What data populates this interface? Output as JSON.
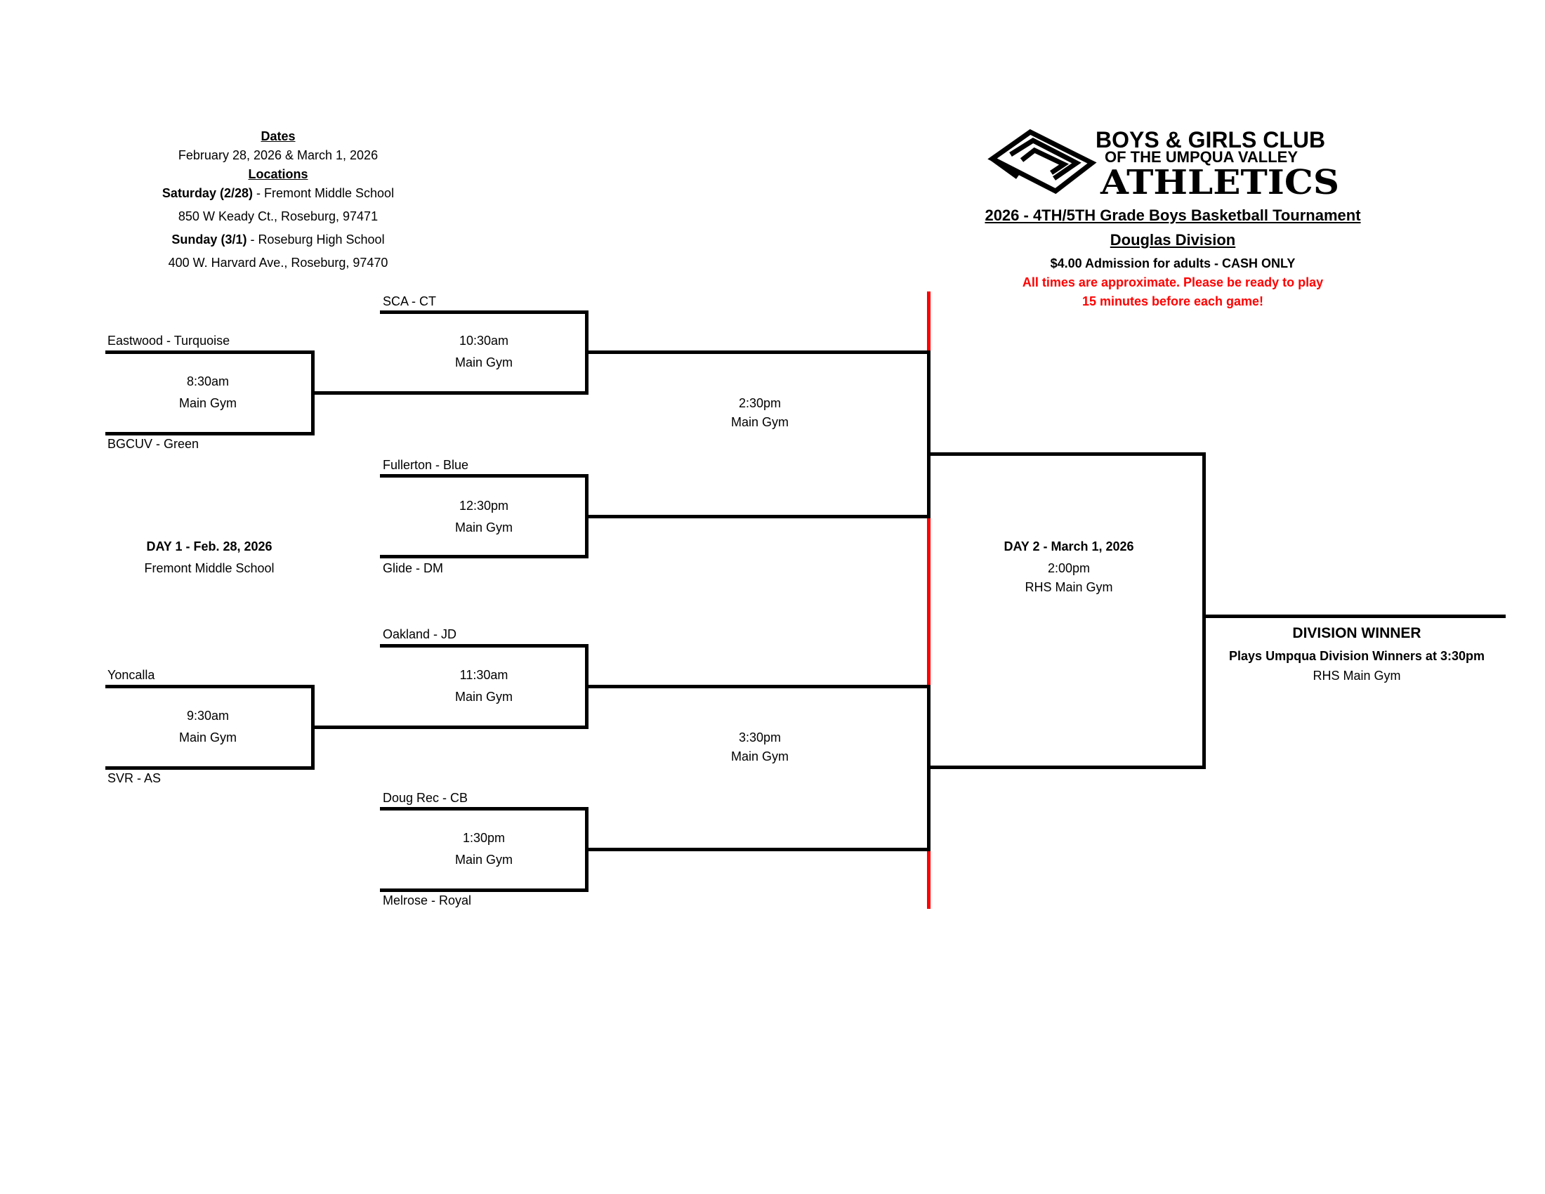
{
  "info": {
    "dates_heading": "Dates",
    "dates_value": "February 28, 2026 & March 1, 2026",
    "locations_heading": "Locations",
    "sat_label": "Saturday (2/28)",
    "sat_place": " - Fremont Middle School",
    "sat_address": "850 W Keady Ct., Roseburg, 97471",
    "sun_label": "Sunday (3/1)",
    "sun_place": " - Roseburg High School",
    "sun_address": "400 W. Harvard Ave., Roseburg, 97470"
  },
  "header": {
    "logo_line1": "BOYS & GIRLS CLUB",
    "logo_line2": "OF THE UMPQUA VALLEY",
    "logo_line3": "ATHLETICS",
    "title": "2026 - 4TH/5TH Grade Boys Basketball Tournament",
    "division": "Douglas Division",
    "admission": "$4.00 Admission for adults - CASH ONLY",
    "note_line1": "All times are approximate. Please be ready to play",
    "note_line2": "15 minutes before each game!"
  },
  "colors": {
    "accent": "#ff0000",
    "line": "#000000"
  },
  "round1": [
    {
      "top_team": "Eastwood - Turquoise",
      "bottom_team": "BGCUV - Green",
      "time": "8:30am",
      "venue": "Main Gym"
    },
    {
      "top_team": "Yoncalla",
      "bottom_team": "SVR - AS",
      "time": "9:30am",
      "venue": "Main Gym"
    }
  ],
  "round2": [
    {
      "top_team": "SCA - CT",
      "time": "10:30am",
      "venue": "Main Gym"
    },
    {
      "top_team": "Fullerton - Blue",
      "bottom_team": "Glide - DM",
      "time": "12:30pm",
      "venue": "Main Gym"
    },
    {
      "top_team": "Oakland - JD",
      "time": "11:30am",
      "venue": "Main Gym"
    },
    {
      "top_team": "Doug Rec - CB",
      "bottom_team": "Melrose - Royal",
      "time": "1:30pm",
      "venue": "Main Gym"
    }
  ],
  "semis": [
    {
      "time": "2:30pm",
      "venue": "Main Gym"
    },
    {
      "time": "3:30pm",
      "venue": "Main Gym"
    }
  ],
  "day1": {
    "label": "DAY 1 - Feb. 28, 2026",
    "location": "Fremont Middle School"
  },
  "day2": {
    "label": "DAY 2 - March 1, 2026",
    "time": "2:00pm",
    "location": "RHS Main Gym"
  },
  "winner": {
    "title": "DIVISION WINNER",
    "note": "Plays Umpqua Division Winners at 3:30pm",
    "location": "RHS Main Gym"
  }
}
